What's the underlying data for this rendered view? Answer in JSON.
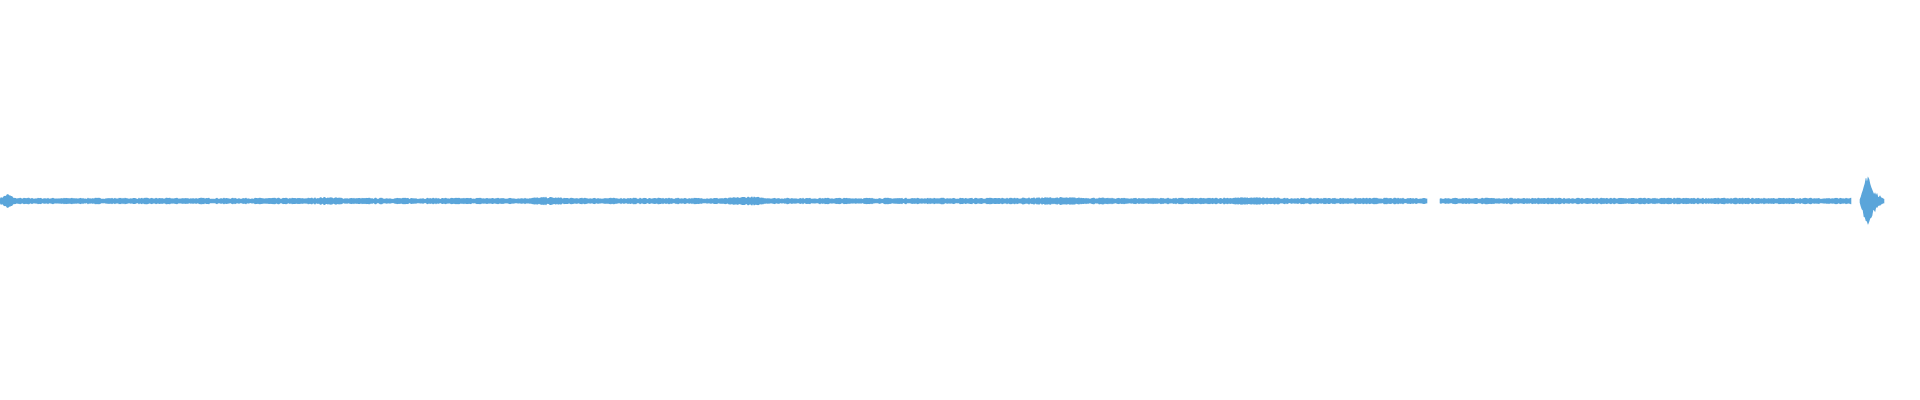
{
  "waveform": {
    "color": "#5aa5da",
    "background": "#ffffff",
    "description_of_content": "",
    "segments": [
      {
        "start": 0.0,
        "end": 0.7435,
        "amplitude": 0.012
      },
      {
        "start": 0.7495,
        "end": 0.9645,
        "amplitude": 0.012
      },
      {
        "start": 0.9725,
        "end": 0.9745,
        "amplitude": 0.004
      },
      {
        "start": 0.9755,
        "end": 0.98,
        "amplitude": 0.004
      }
    ],
    "bumps": [
      {
        "pos": 0.004,
        "width": 0.004,
        "amplitude": 0.03
      },
      {
        "pos": 0.17,
        "width": 0.01,
        "amplitude": 0.016
      },
      {
        "pos": 0.285,
        "width": 0.012,
        "amplitude": 0.016
      },
      {
        "pos": 0.39,
        "width": 0.012,
        "amplitude": 0.018
      },
      {
        "pos": 0.55,
        "width": 0.03,
        "amplitude": 0.015
      },
      {
        "pos": 0.65,
        "width": 0.02,
        "amplitude": 0.015
      }
    ],
    "transient": {
      "pos": 0.9715,
      "amplitude_up": 0.155,
      "amplitude_down": 0.17,
      "decay": 0.004
    }
  }
}
